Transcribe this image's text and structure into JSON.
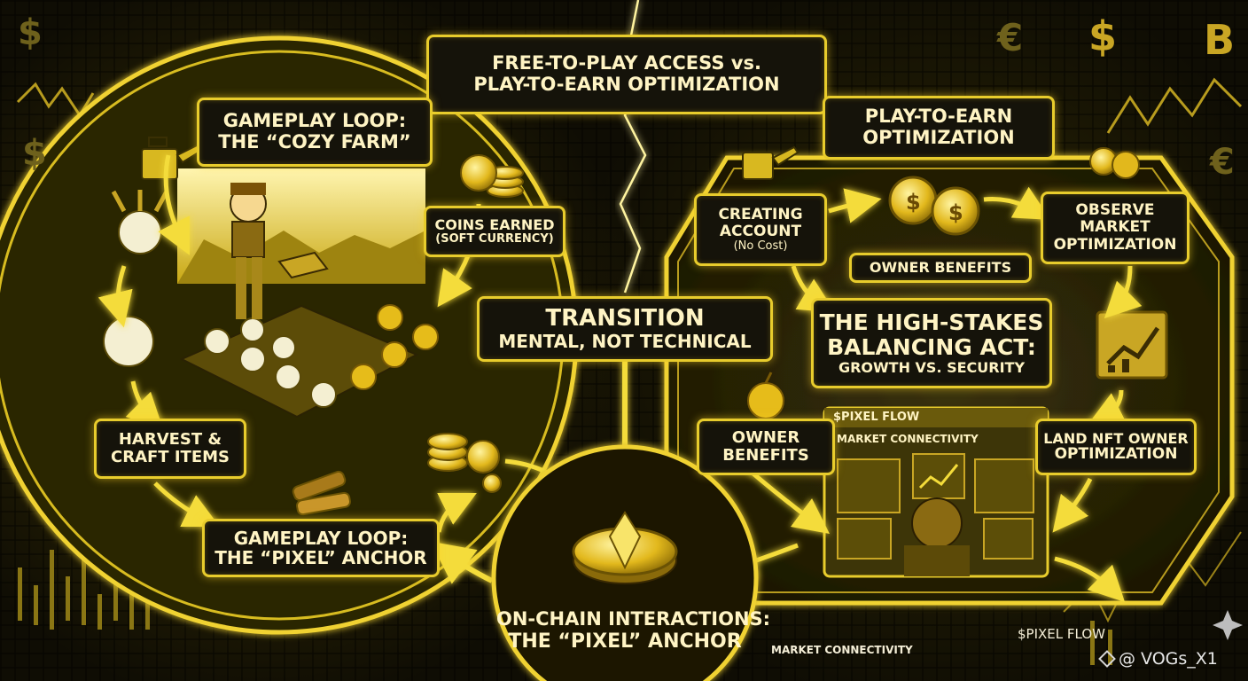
{
  "title": {
    "line1": "FREE-TO-PLAY ACCESS vs.",
    "line2": "PLAY-TO-EARN OPTIMIZATION"
  },
  "left": {
    "loop_cozy": {
      "line1": "GAMEPLAY LOOP:",
      "line2": "THE “COZY FARM”"
    },
    "coins_earned": {
      "line1": "COINS EARNED",
      "line2": "(SOFT CURRENCY)"
    },
    "harvest": {
      "line1": "HARVEST &",
      "line2": "CRAFT ITEMS"
    },
    "loop_pixel": {
      "line1": "GAMEPLAY LOOP:",
      "line2": "THE “PIXEL” ANCHOR"
    }
  },
  "center": {
    "transition": {
      "line1": "TRANSITION",
      "line2": "MENTAL, NOT TECHNICAL"
    },
    "onchain": {
      "line1": "ON-CHAIN INTERACTIONS:",
      "line2": "THE “PIXEL” ANCHOR"
    }
  },
  "right": {
    "p2e": {
      "line1": "PLAY-TO-EARN",
      "line2": "OPTIMIZATION"
    },
    "creating": {
      "line1": "CREATING",
      "line2": "ACCOUNT",
      "line3": "(No Cost)"
    },
    "owner_top": "OWNER BENEFITS",
    "observe": {
      "line1": "OBSERVE",
      "line2": "MARKET",
      "line3": "OPTIMIZATION"
    },
    "high_stakes": {
      "line1": "THE HIGH-STAKES",
      "line2": "BALANCING ACT:",
      "line3": "GROWTH VS. SECURITY"
    },
    "owner_bottom": {
      "line1": "OWNER",
      "line2": "BENEFITS"
    },
    "land": {
      "line1": "LAND NFT OWNER",
      "line2": "OPTIMIZATION"
    },
    "window": {
      "title": "$PIXEL FLOW",
      "subtitle": "MARKET CONNECTIVITY"
    }
  },
  "footer": {
    "market_connectivity": "MARKET CONNECTIVITY",
    "pixel_flow": "$PIXEL FLOW",
    "watermark": "@ VOGs_X1"
  },
  "currency_symbols": [
    "$",
    "$",
    "€",
    "$",
    "€",
    "B"
  ],
  "colors": {
    "accent": "#e8cc2c",
    "glow": "#ffd728",
    "panel": "#15130a",
    "text": "#fff4c4",
    "background": "#0f0d04"
  },
  "icons": [
    "watering-can-icon",
    "coin-stack-icon",
    "turnip-icon",
    "farmer-icon",
    "gold-coin-icon",
    "golden-apple-icon",
    "growth-chart-icon",
    "crystal-coin-icon",
    "trader-desk-icon",
    "lightning-icon"
  ]
}
